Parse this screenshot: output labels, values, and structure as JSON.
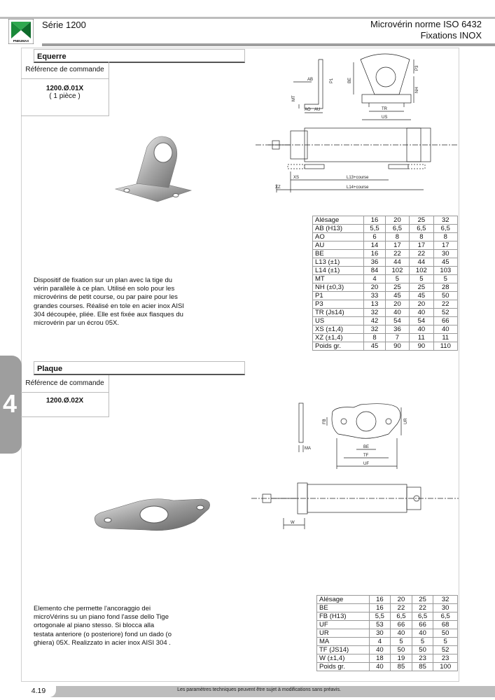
{
  "header": {
    "series": "Série 1200",
    "title_line1": "Microvérin norme ISO 6432",
    "title_line2": "Fixations INOX",
    "logo_text": "PNEUMAX"
  },
  "chapter_tab": "4",
  "sections": [
    {
      "title": "Equerre",
      "ref_label": "Référence de commande",
      "ref_code": "1200.Ø.01X",
      "ref_sub": "( 1 pièce )",
      "description": "Dispositif de fixation sur un plan avec la tige du vérin parallèle à ce plan. Utilisé en solo pour les microvérins de petit course, ou par paire pour les grandes courses. Réalisé en tole en acier inox AISI 304 découpée, pliée. Elle est fixée aux flasques du microvérin par un écrou 05X.",
      "drawing_labels": [
        "AB",
        "P1",
        "MT",
        "AO",
        "AU",
        "BE",
        "P3",
        "NH",
        "TR",
        "US",
        "XS",
        "L13+course",
        "XZ",
        "L14+course"
      ],
      "table_header": [
        "Alésage",
        "16",
        "20",
        "25",
        "32"
      ],
      "table_rows": [
        [
          "AB (H13)",
          "5,5",
          "6,5",
          "6,5",
          "6,5"
        ],
        [
          "AO",
          "6",
          "8",
          "8",
          "8"
        ],
        [
          "AU",
          "14",
          "17",
          "17",
          "17"
        ],
        [
          "BE",
          "16",
          "22",
          "22",
          "30"
        ],
        [
          "L13 (±1)",
          "36",
          "44",
          "44",
          "45"
        ],
        [
          "L14 (±1)",
          "84",
          "102",
          "102",
          "103"
        ],
        [
          "MT",
          "4",
          "5",
          "5",
          "5"
        ],
        [
          "NH (±0,3)",
          "20",
          "25",
          "25",
          "28"
        ],
        [
          "P1",
          "33",
          "45",
          "45",
          "50"
        ],
        [
          "P3",
          "13",
          "20",
          "20",
          "22"
        ],
        [
          "TR (Js14)",
          "32",
          "40",
          "40",
          "52"
        ],
        [
          "US",
          "42",
          "54",
          "54",
          "66"
        ],
        [
          "XS (±1,4)",
          "32",
          "36",
          "40",
          "40"
        ],
        [
          "XZ (±1,4)",
          "8",
          "7",
          "11",
          "11"
        ],
        [
          "Poids gr.",
          "45",
          "90",
          "90",
          "110"
        ]
      ]
    },
    {
      "title": "Plaque",
      "ref_label": "Référence de commande",
      "ref_code": "1200.Ø.02X",
      "description": "Elemento che permette l'ancoraggio dei microVérins su un piano fond l'asse dello Tige ortogonale al piano stesso. Si blocca alla testata anteriore (o posteriore) fond un dado (o ghiera) 05X. Realizzato in acier inox AISI 304 .",
      "drawing_labels": [
        "MA",
        "FB",
        "UR",
        "BE",
        "TF",
        "UF",
        "W"
      ],
      "table_header": [
        "Alésage",
        "16",
        "20",
        "25",
        "32"
      ],
      "table_rows": [
        [
          "BE",
          "16",
          "22",
          "22",
          "30"
        ],
        [
          "FB (H13)",
          "5,5",
          "6,5",
          "6,5",
          "6,5"
        ],
        [
          "UF",
          "53",
          "66",
          "66",
          "68"
        ],
        [
          "UR",
          "30",
          "40",
          "40",
          "50"
        ],
        [
          "MA",
          "4",
          "5",
          "5",
          "5"
        ],
        [
          "TF (JS14)",
          "40",
          "50",
          "50",
          "52"
        ],
        [
          "W (±1,4)",
          "18",
          "19",
          "23",
          "23"
        ],
        [
          "Poids gr.",
          "40",
          "85",
          "85",
          "100"
        ]
      ]
    }
  ],
  "footer": {
    "page": "4.19",
    "note": "Les paramètres techniques peuvent être sujet à modifications sans préavis."
  }
}
